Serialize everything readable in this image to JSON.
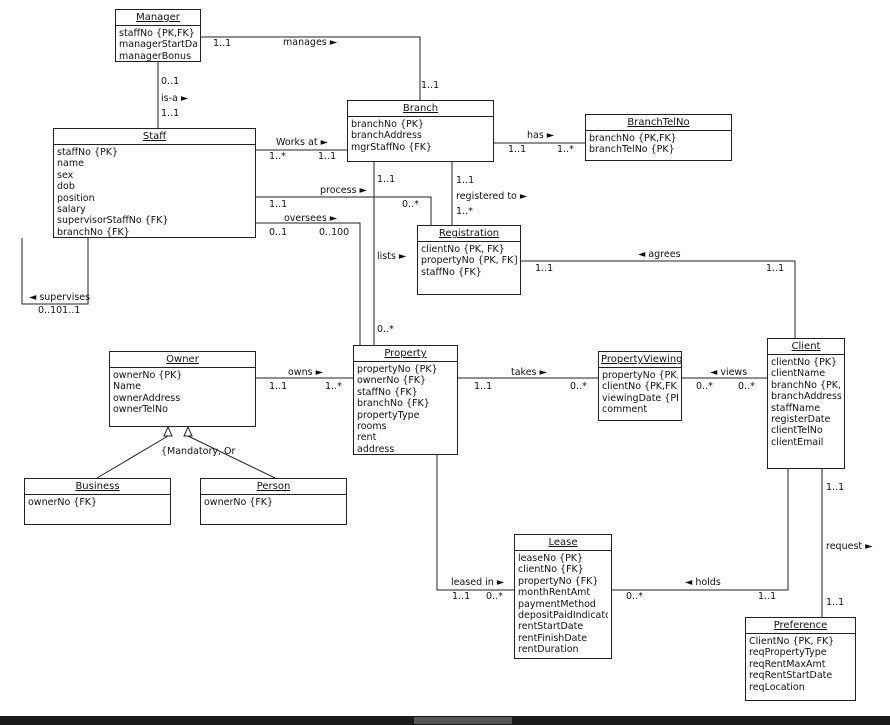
{
  "entities": {
    "manager": {
      "name": "Manager",
      "attrs": [
        "staffNo {PK,FK}",
        "managerStartDate",
        "managerBonus"
      ]
    },
    "branch": {
      "name": "Branch",
      "attrs": [
        "branchNo {PK}",
        "branchAddress",
        "mgrStaffNo {FK}"
      ]
    },
    "branchtelno": {
      "name": "BranchTelNo",
      "attrs": [
        "branchNo {PK,FK}",
        "branchTelNo {PK}"
      ]
    },
    "staff": {
      "name": "Staff",
      "attrs": [
        "staffNo {PK}",
        "name",
        "sex",
        "dob",
        "position",
        "salary",
        "supervisorStaffNo {FK}",
        "branchNo {FK}"
      ]
    },
    "registration": {
      "name": "Registration",
      "attrs": [
        "clientNo {PK, FK}",
        "propertyNo {PK, FK}",
        "staffNo {FK}"
      ]
    },
    "owner": {
      "name": "Owner",
      "attrs": [
        "ownerNo {PK}",
        "Name",
        "ownerAddress",
        "ownerTelNo"
      ]
    },
    "property": {
      "name": "Property",
      "attrs": [
        "propertyNo {PK}",
        "ownerNo {FK}",
        "staffNo {FK}",
        "branchNo {FK}",
        "propertyType",
        "rooms",
        "rent",
        "address"
      ]
    },
    "propertyviewing": {
      "name": "PropertyViewing",
      "attrs": [
        "propertyNo {PK,FK}",
        "clientNo {PK,FK}",
        "viewingDate {PK}",
        "comment"
      ]
    },
    "client": {
      "name": "Client",
      "attrs": [
        "clientNo {PK}",
        "clientName",
        "branchNo {PK, FK}",
        "branchAddress",
        "staffName",
        "registerDate",
        "clientTelNo",
        "clientEmail"
      ]
    },
    "business": {
      "name": "Business",
      "attrs": [
        "ownerNo {FK}"
      ]
    },
    "person": {
      "name": "Person",
      "attrs": [
        "ownerNo {FK}"
      ]
    },
    "lease": {
      "name": "Lease",
      "attrs": [
        "leaseNo {PK}",
        "clientNo {FK}",
        "propertyNo {FK}",
        "monthRentAmt",
        "paymentMethod",
        "depositPaidIndicator",
        "rentStartDate",
        "rentFinishDate",
        "rentDuration"
      ]
    },
    "preference": {
      "name": "Preference",
      "attrs": [
        "ClientNo {PK, FK}",
        "reqPropertyType",
        "reqRentMaxAmt",
        "reqRentStartDate",
        "reqLocation"
      ]
    }
  },
  "labels": {
    "manages": "manages ►",
    "manages_m1": "1..1",
    "manages_m2": "1..1",
    "isa": "is-a ►",
    "isa_m1": "0..1",
    "isa_m2": "1..1",
    "worksat": "Works at ►",
    "worksat_m1": "1..*",
    "worksat_m2": "1..1",
    "has": "has ►",
    "has_m1": "1..1",
    "has_m2": "1..*",
    "process": "process ►",
    "process_m1": "1..1",
    "process_m2": "0..*",
    "oversees": "oversees ►",
    "oversees_m1": "0..1",
    "oversees_m2": "0..100",
    "lists": "lists ►",
    "lists_m1": "1..1",
    "lists_m2": "0..*",
    "registered": "registered to ►",
    "registered_m1": "1..1",
    "registered_m2": "1..*",
    "agrees": "◄ agrees",
    "agrees_m1": "1..1",
    "agrees_m2": "1..1",
    "supervises": "◄ supervises",
    "supervises_m": "0..101..1",
    "owns": "owns ►",
    "owns_m1": "1..1",
    "owns_m2": "1..*",
    "takes": "takes ►",
    "takes_m1": "1..1",
    "takes_m2": "0..*",
    "views": "◄ views",
    "views_m1": "0..*",
    "views_m2": "0..*",
    "mandatory": "{Mandatory, Or",
    "leasedin": "leased in ►",
    "leasedin_m1": "1..1",
    "leasedin_m2": "0..*",
    "holds": "◄ holds",
    "holds_m1": "0..*",
    "holds_m2": "1..1",
    "request": "request ►",
    "request_m1": "1..1",
    "request_m2": "1..1"
  }
}
